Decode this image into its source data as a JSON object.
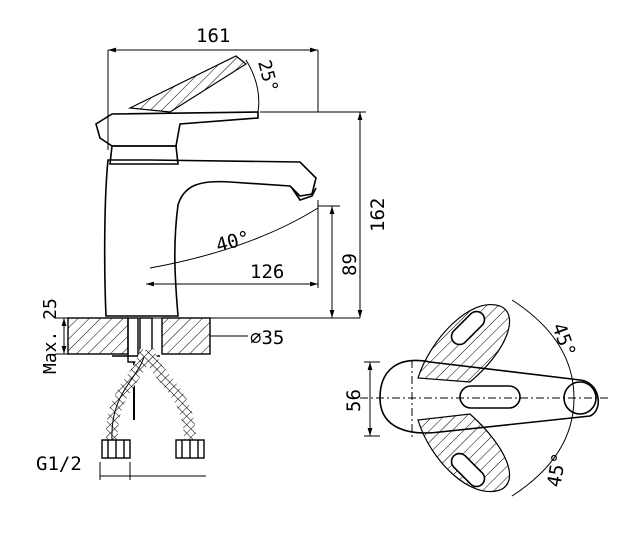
{
  "dimensions": {
    "overall_width": "161",
    "lever_angle": "25°",
    "overall_height": "162",
    "spout_angle": "40°",
    "spout_reach": "126",
    "spout_height": "89",
    "max_thickness": "Max. 25",
    "mount_diameter": "∅35",
    "thread": "G1/2",
    "body_diameter": "56",
    "swing_left": "45°",
    "swing_right": "45°"
  },
  "colors": {
    "line": "#000000",
    "background": "#ffffff"
  },
  "icons": [
    "hatch-pattern",
    "braided-hose",
    "dimension-arrow"
  ]
}
